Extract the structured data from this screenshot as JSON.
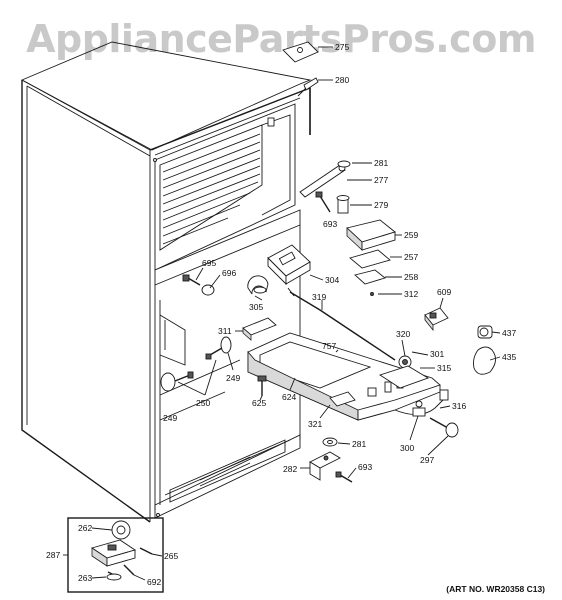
{
  "watermark": "AppliancePartsPros.com",
  "art_number": "(ART NO. WR20358 C13)",
  "callouts": [
    "275",
    "280",
    "281",
    "277",
    "279",
    "693",
    "259",
    "257",
    "258",
    "312",
    "695",
    "696",
    "304",
    "305",
    "319",
    "609",
    "311",
    "320",
    "437",
    "757",
    "301",
    "435",
    "315",
    "249",
    "250",
    "625",
    "624",
    "321",
    "316",
    "300",
    "297",
    "281",
    "282",
    "693",
    "262",
    "265",
    "287",
    "263",
    "692",
    "249"
  ]
}
